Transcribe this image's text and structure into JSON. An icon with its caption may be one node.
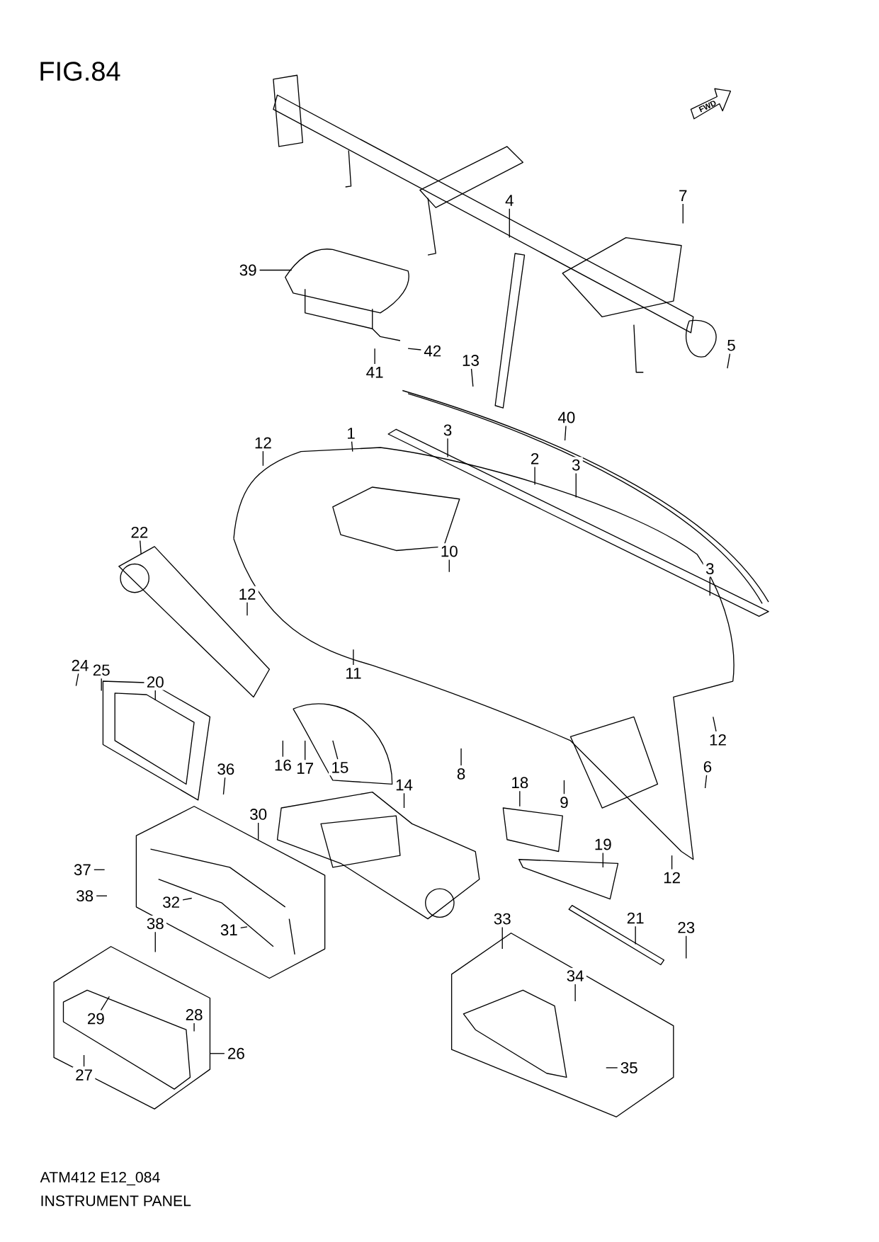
{
  "diagram": {
    "title": "FIG.84",
    "caption": "INSTRUMENT PANEL",
    "nodes": [
      {
        "text": [
          "4"
        ]
      },
      {
        "text": [
          "7"
        ]
      },
      {
        "text": [
          "39"
        ]
      },
      {
        "text": [
          "42"
        ]
      },
      {
        "text": [
          "41"
        ]
      },
      {
        "text": [
          "5"
        ]
      },
      {
        "text": [
          "13"
        ]
      },
      {
        "text": [
          "1"
        ]
      },
      {
        "text": [
          "40"
        ]
      },
      {
        "text": [
          "12"
        ]
      },
      {
        "text": [
          "3"
        ]
      },
      {
        "text": [
          "2"
        ]
      },
      {
        "text": [
          "3"
        ]
      },
      {
        "text": [
          "22"
        ]
      },
      {
        "text": [
          "10"
        ]
      },
      {
        "text": [
          "12"
        ]
      },
      {
        "text": [
          "3"
        ]
      },
      {
        "text": [
          "24"
        ]
      },
      {
        "text": [
          "25"
        ]
      },
      {
        "text": [
          "20"
        ]
      },
      {
        "text": [
          "11"
        ]
      },
      {
        "text": [
          "12"
        ]
      },
      {
        "text": [
          "16"
        ]
      },
      {
        "text": [
          "17"
        ]
      },
      {
        "text": [
          "15"
        ]
      },
      {
        "text": [
          "8"
        ]
      },
      {
        "text": [
          "6"
        ]
      },
      {
        "text": [
          "36"
        ]
      },
      {
        "text": [
          "14"
        ]
      },
      {
        "text": [
          "18"
        ]
      },
      {
        "text": [
          "9"
        ]
      },
      {
        "text": [
          "30"
        ]
      },
      {
        "text": [
          "37"
        ]
      },
      {
        "text": [
          "19"
        ]
      },
      {
        "text": [
          "12"
        ]
      },
      {
        "text": [
          "38"
        ]
      },
      {
        "text": [
          "32"
        ]
      },
      {
        "text": [
          "31"
        ]
      },
      {
        "text": [
          "38"
        ]
      },
      {
        "text": [
          "21"
        ]
      },
      {
        "text": [
          "23"
        ]
      },
      {
        "text": [
          "33"
        ]
      },
      {
        "text": [
          "34"
        ]
      },
      {
        "text": [
          "29"
        ]
      },
      {
        "text": [
          "28"
        ]
      },
      {
        "text": [
          "26"
        ]
      },
      {
        "text": [
          "27"
        ]
      },
      {
        "text": [
          "35"
        ]
      }
    ],
    "edges": [
      {
        "from": 0,
        "to": null,
        "arrow": "none"
      },
      {
        "from": 1,
        "to": null,
        "arrow": "none"
      },
      {
        "from": 2,
        "to": null,
        "arrow": "none"
      },
      {
        "from": 3,
        "to": null,
        "arrow": "none"
      },
      {
        "from": 4,
        "to": null,
        "arrow": "none"
      },
      {
        "from": 5,
        "to": null,
        "arrow": "none"
      },
      {
        "from": 6,
        "to": null,
        "arrow": "none"
      },
      {
        "from": 7,
        "to": null,
        "arrow": "none"
      },
      {
        "from": 8,
        "to": null,
        "arrow": "none"
      },
      {
        "from": 9,
        "to": null,
        "arrow": "none"
      },
      {
        "from": 10,
        "to": null,
        "arrow": "none"
      },
      {
        "from": 11,
        "to": null,
        "arrow": "none"
      },
      {
        "from": 12,
        "to": null,
        "arrow": "none"
      },
      {
        "from": 13,
        "to": null,
        "arrow": "none"
      },
      {
        "from": 14,
        "to": null,
        "arrow": "none"
      },
      {
        "from": 15,
        "to": null,
        "arrow": "none"
      },
      {
        "from": 16,
        "to": null,
        "arrow": "none"
      },
      {
        "from": 17,
        "to": null,
        "arrow": "none"
      },
      {
        "from": 18,
        "to": null,
        "arrow": "none"
      },
      {
        "from": 19,
        "to": null,
        "arrow": "none"
      },
      {
        "from": 20,
        "to": null,
        "arrow": "none"
      },
      {
        "from": 21,
        "to": null,
        "arrow": "none"
      },
      {
        "from": 22,
        "to": null,
        "arrow": "none"
      },
      {
        "from": 23,
        "to": null,
        "arrow": "none"
      },
      {
        "from": 24,
        "to": null,
        "arrow": "none"
      },
      {
        "from": 25,
        "to": null,
        "arrow": "none"
      },
      {
        "from": 26,
        "to": null,
        "arrow": "none"
      },
      {
        "from": 27,
        "to": null,
        "arrow": "none"
      },
      {
        "from": 28,
        "to": null,
        "arrow": "none"
      },
      {
        "from": 29,
        "to": null,
        "arrow": "none"
      },
      {
        "from": 30,
        "to": null,
        "arrow": "none"
      },
      {
        "from": 31,
        "to": null,
        "arrow": "none"
      },
      {
        "from": 32,
        "to": null,
        "arrow": "none"
      },
      {
        "from": 33,
        "to": null,
        "arrow": "none"
      },
      {
        "from": 34,
        "to": null,
        "arrow": "none"
      },
      {
        "from": 35,
        "to": null,
        "arrow": "none"
      },
      {
        "from": 36,
        "to": null,
        "arrow": "none"
      },
      {
        "from": 37,
        "to": null,
        "arrow": "none"
      },
      {
        "from": 38,
        "to": null,
        "arrow": "none"
      },
      {
        "from": 39,
        "to": null,
        "arrow": "none"
      },
      {
        "from": 40,
        "to": null,
        "arrow": "none"
      },
      {
        "from": 41,
        "to": null,
        "arrow": "none"
      },
      {
        "from": 42,
        "to": null,
        "arrow": "none"
      },
      {
        "from": 43,
        "to": null,
        "arrow": "none"
      },
      {
        "from": 44,
        "to": null,
        "arrow": "none"
      },
      {
        "from": 45,
        "to": null,
        "arrow": "none"
      },
      {
        "from": 46,
        "to": null,
        "arrow": "none"
      },
      {
        "from": 47,
        "to": null,
        "arrow": "none"
      }
    ],
    "labels": [
      "FWD",
      "ATM412 E12_084"
    ]
  }
}
